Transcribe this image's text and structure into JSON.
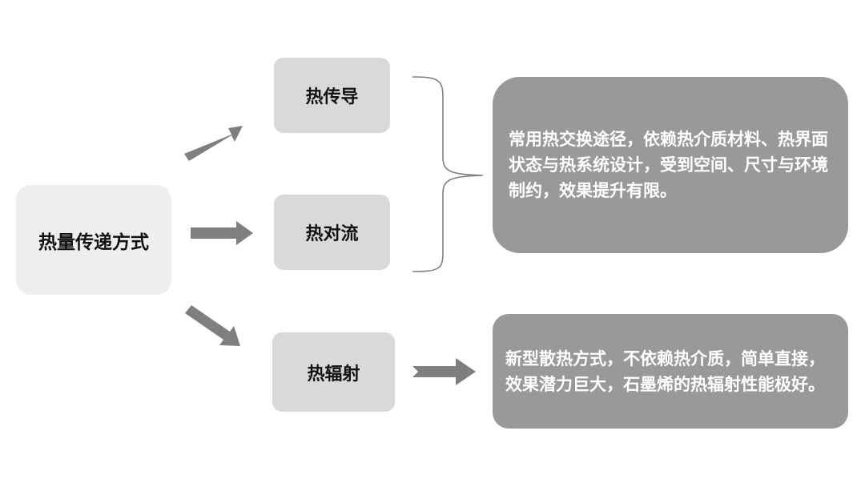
{
  "root": {
    "label": "热量传递方式"
  },
  "methods": {
    "conduction": "热传导",
    "convection": "热对流",
    "radiation": "热辐射"
  },
  "descriptions": {
    "common": "常用热交换途径，依赖热介质材料、热界面状态与热系统设计，受到空间、尺寸与环境制约，效果提升有限。",
    "new": "新型散热方式，不依赖热介质，简单直接，效果潜力巨大，石墨烯的热辐射性能极好。"
  },
  "colors": {
    "root_fill": "#eeeeee",
    "method_fill": "#d9d9d9",
    "desc_fill": "#999999",
    "arrow": "#7f7f7f",
    "brace": "#808080"
  }
}
